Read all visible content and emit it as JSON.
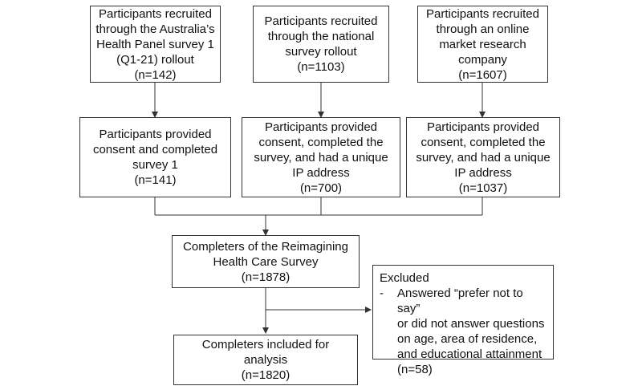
{
  "flowchart": {
    "recruit": [
      {
        "lines": [
          "Participants recruited",
          "through the Australia’s",
          "Health Panel survey 1",
          "(Q1-21) rollout"
        ],
        "count": "(n=142)"
      },
      {
        "lines": [
          "Participants recruited",
          "through the national",
          "survey rollout"
        ],
        "count": "(n=1103)"
      },
      {
        "lines": [
          "Participants recruited",
          "through an online",
          "market research",
          "company"
        ],
        "count": "(n=1607)"
      }
    ],
    "consent": [
      {
        "lines": [
          "Participants provided",
          "consent and completed",
          "survey 1"
        ],
        "count": "(n=141)"
      },
      {
        "lines": [
          "Participants provided",
          "consent, completed the",
          "survey, and had a unique",
          "IP address"
        ],
        "count": "(n=700)"
      },
      {
        "lines": [
          "Participants provided",
          "consent, completed the",
          "survey, and had a unique",
          "IP address"
        ],
        "count": "(n=1037)"
      }
    ],
    "completers": {
      "lines": [
        "Completers of the Reimagining",
        "Health Care Survey"
      ],
      "count": "(n=1878)"
    },
    "excluded": {
      "title": "Excluded",
      "bullet": "-",
      "lines": [
        "Answered “prefer not to say”",
        "or did not answer questions",
        "on age, area of residence,",
        "and educational attainment"
      ],
      "count": "(n=58)"
    },
    "included": {
      "lines": [
        "Completers included for",
        "analysis"
      ],
      "count": "(n=1820)"
    }
  }
}
